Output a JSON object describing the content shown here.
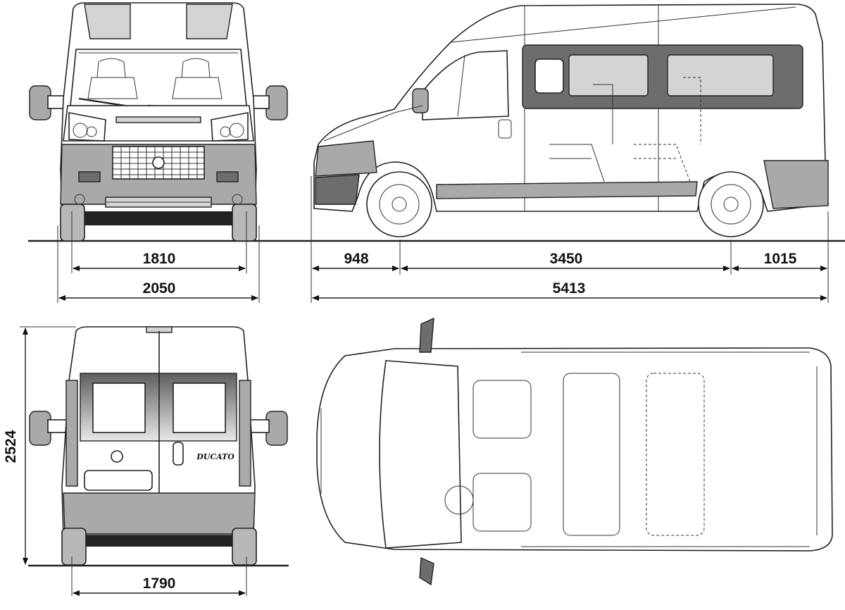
{
  "dimensions": {
    "front_track": "1810",
    "front_width": "2050",
    "front_overhang": "948",
    "wheelbase": "3450",
    "rear_overhang": "1015",
    "overall_length": "5413",
    "overall_height": "2524",
    "rear_track": "1790"
  },
  "badges": {
    "model_script": "DUCATO"
  }
}
